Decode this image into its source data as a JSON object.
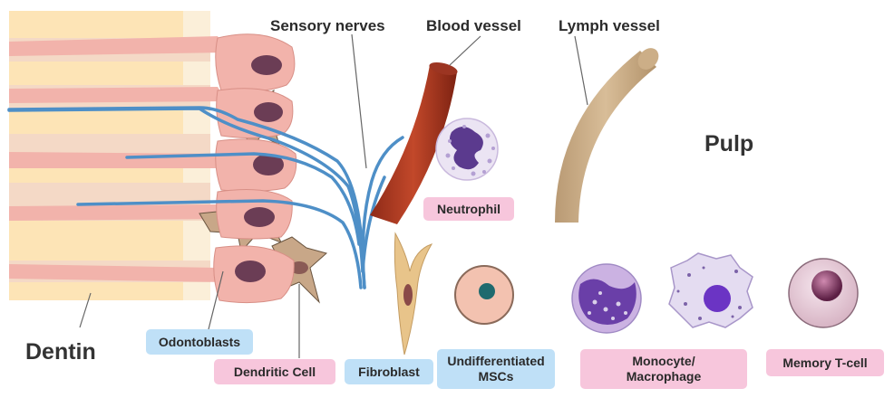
{
  "labels": {
    "sensory_nerves": "Sensory nerves",
    "blood_vessel": "Blood vessel",
    "lymph_vessel": "Lymph vessel",
    "pulp": "Pulp",
    "dentin": "Dentin"
  },
  "cell_tags": {
    "neutrophil": "Neutrophil",
    "odontoblasts": "Odontoblasts",
    "dendritic_cell": "Dendritic Cell",
    "fibroblast": "Fibroblast",
    "undifferentiated_mscs_line1": "Undifferentiated",
    "undifferentiated_mscs_line2": "MSCs",
    "monocyte_line1": "Monocyte/",
    "monocyte_line2": "Macrophage",
    "memory_t_cell": "Memory T-cell"
  },
  "colors": {
    "dentin_band": "#fde4b6",
    "dentin_stripe": "#fbecd2",
    "odontoblast": "#f2b3ab",
    "nucleus": "#6b3d55",
    "nerve": "#4e8fc7",
    "blood_vessel": "#b33a22",
    "lymph_vessel": "#c9ad88",
    "dendritic": "#c8a788",
    "tag_blue": "#bfe0f7",
    "tag_pink": "#f7c6dc"
  }
}
